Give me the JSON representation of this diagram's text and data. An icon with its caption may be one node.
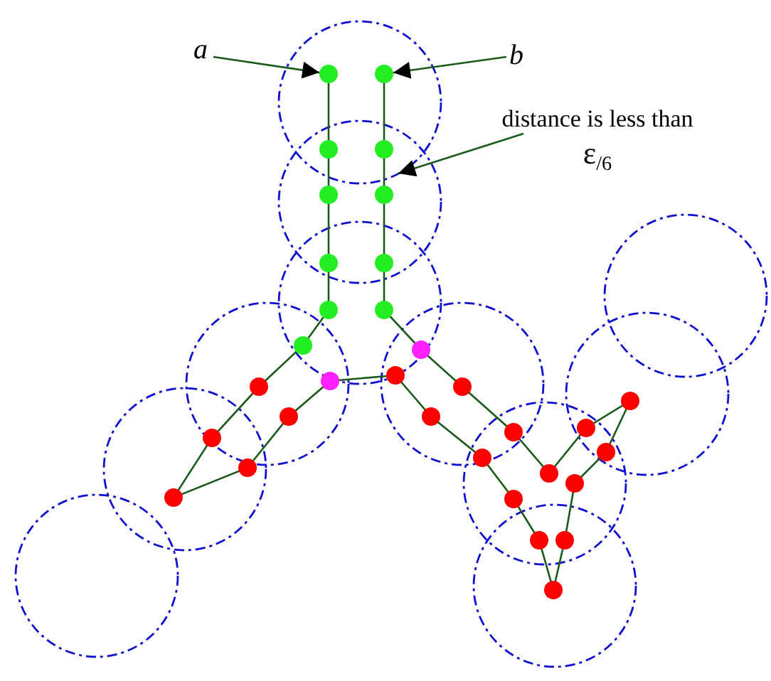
{
  "diagram": {
    "nodes": [
      {
        "text": [
          "a"
        ]
      },
      {
        "text": [],
        "shape": "circle"
      },
      {
        "text": [
          "b"
        ]
      },
      {
        "text": [],
        "shape": "circle"
      },
      {
        "text": [
          "distance is less than ε$_{/6}$"
        ]
      }
    ],
    "edges": [
      {
        "from": 0,
        "to": 1,
        "arrow": "to"
      },
      {
        "from": 2,
        "to": 3,
        "arrow": "to"
      },
      {
        "from": 4,
        "to": null,
        "arrow": "to"
      }
    ]
  }
}
